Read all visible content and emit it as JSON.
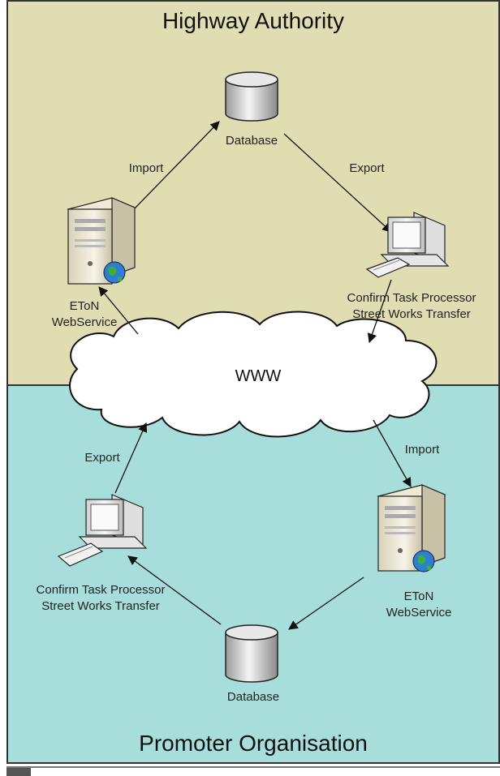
{
  "zones": {
    "top_title": "Highway Authority",
    "bottom_title": "Promoter Organisation"
  },
  "nodes": {
    "db_top": "Database",
    "server_top": "EToN\nWebService",
    "pc_top": "Confirm Task Processor\nStreet Works Transfer",
    "cloud": "WWW",
    "pc_bottom": "Confirm Task Processor\nStreet Works Transfer",
    "server_bottom": "EToN\nWebService",
    "db_bottom": "Database"
  },
  "edges": {
    "import_top": "Import",
    "export_top": "Export",
    "export_bottom": "Export",
    "import_bottom": "Import"
  },
  "colors": {
    "highway_bg": "#e0ddb2",
    "promoter_bg": "#a7dedc"
  }
}
